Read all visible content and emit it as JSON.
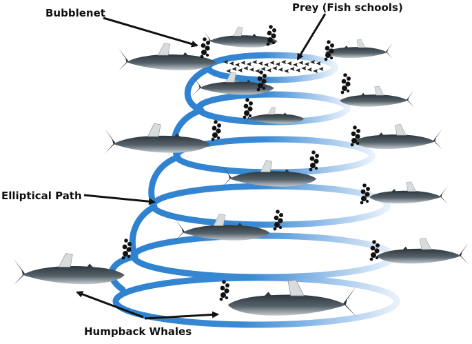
{
  "labels": {
    "bubblenet": "Bubblenet",
    "prey": "Prey (Fish schools)",
    "elliptical_path": "Elliptical Path",
    "humpback_whales": "Humpback Whales"
  },
  "colors": {
    "path_dark": "#2f82d0",
    "path_light": "#e8f1fb",
    "whale_back": "#3c474e",
    "whale_belly": "#c5ccd0",
    "fin": "#d9dcdc",
    "bubble": "#111111",
    "fish": "#222222",
    "arrow": "#111111"
  },
  "icons": [
    "humpback-whale-icon",
    "bubble-cluster-icon",
    "fish-school-icon",
    "arrow-icon"
  ]
}
